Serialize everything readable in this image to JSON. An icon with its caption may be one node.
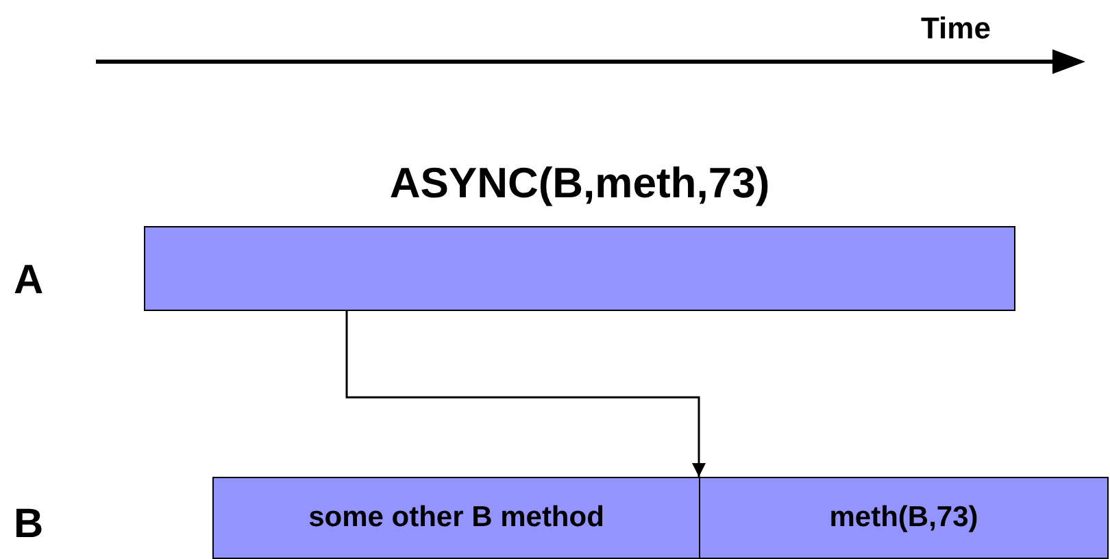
{
  "diagram": {
    "nodes": [
      {
        "text": [
          "ASYNC(B,meth,73)"
        ]
      },
      {
        "text": [
          "some other B method"
        ]
      },
      {
        "text": [
          "meth(B,73)"
        ]
      }
    ],
    "edges": [
      {
        "from": 0,
        "to": 2,
        "arrow": "to"
      }
    ],
    "labels": [
      "Time",
      "A",
      "B"
    ]
  }
}
